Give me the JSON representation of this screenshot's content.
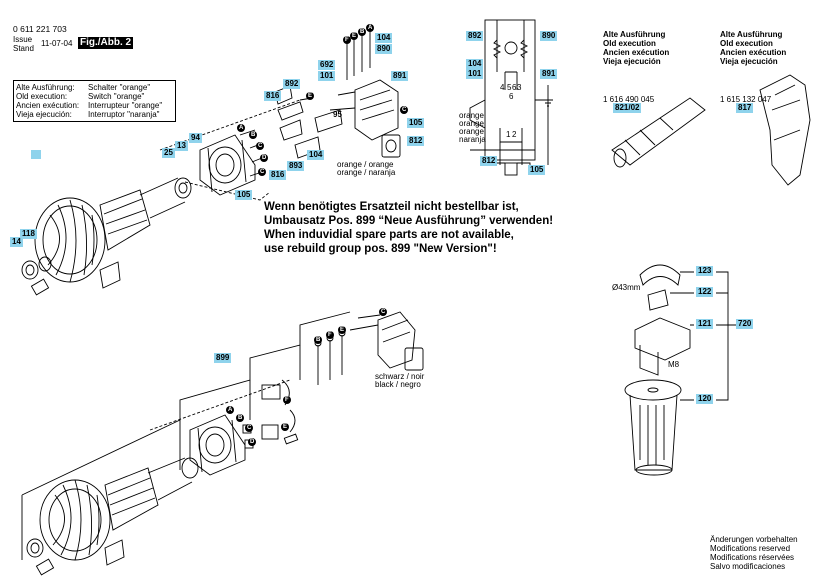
{
  "header": {
    "part_number": "0 611 221 703",
    "issue_label": "Issue",
    "stand_label": "Stand",
    "issue_date": "11-07-04",
    "figure": "Fig./Abb. 2"
  },
  "legend": {
    "rows": [
      {
        "key": "Alte Ausführung:",
        "value": "Schalter \"orange\""
      },
      {
        "key": "Old execution:",
        "value": "Switch \"orange\""
      },
      {
        "key": "Ancien exécution:",
        "value": "Interrupteur \"orange\""
      },
      {
        "key": "Vieja ejecución:",
        "value": "Interruptor \"naranja\""
      }
    ]
  },
  "notice": {
    "line1": "Wenn benötigtes Ersatzteil nicht bestellbar ist,",
    "line2": "Umbausatz Pos. 899 “Neue Ausführung” verwenden!",
    "line3": "When induvidial spare parts are not available,",
    "line4": "use rebuild group pos. 899 \"New Version\"!"
  },
  "old_execution_blocks": [
    {
      "lines": [
        "Alte Ausführung",
        "Old execution",
        "Ancien exécution",
        "Vieja ejecución"
      ],
      "part_no": "1 616 490 045",
      "pos": "821/02"
    },
    {
      "lines": [
        "Alte Ausführung",
        "Old execution",
        "Ancien exécution",
        "Vieja ejecución"
      ],
      "part_no": "1 615 132 047",
      "pos": "817"
    }
  ],
  "wire_notes": {
    "orange_stack": [
      "orange",
      "orange",
      "orange",
      "naranja"
    ],
    "orange_pair_1": "orange / orange",
    "orange_pair_2": "orange / naranja",
    "black_1": "schwarz / noir",
    "black_2": "black / negro",
    "diameter": "Ø43mm",
    "thread": "M8"
  },
  "schematic_terminals": [
    "4",
    "5",
    "6",
    "3",
    "1",
    "2"
  ],
  "terminal_6": "6",
  "callouts": {
    "p892a": "892",
    "p890a": "890",
    "p104a": "104",
    "p101a": "101",
    "p891a": "891",
    "p812a": "812",
    "p105a": "105",
    "p104b": "104",
    "p890b": "890",
    "p892b": "692",
    "p101b": "101",
    "p891b": "891",
    "p816a": "816",
    "p892c": "892",
    "p95": "95",
    "p105b": "105",
    "p812b": "812",
    "p104c": "104",
    "p893": "893",
    "p816b": "816",
    "p105c": "105",
    "p94": "94",
    "p25": "25",
    "p13": "13",
    "p118": "118",
    "p14": "14",
    "p899": "899",
    "p123": "123",
    "p122": "122",
    "p121": "121",
    "p720": "720",
    "p120": "120"
  },
  "letters": {
    "A": "A",
    "B": "B",
    "C": "C",
    "D": "D",
    "E": "E",
    "F": "F"
  },
  "footer": {
    "lines": [
      "Änderungen vorbehalten",
      "Modifications reserved",
      "Modifications réservées",
      "Salvo modificaciones"
    ]
  },
  "colors": {
    "callout_bg": "#8fd3ec",
    "ink": "#000000"
  }
}
